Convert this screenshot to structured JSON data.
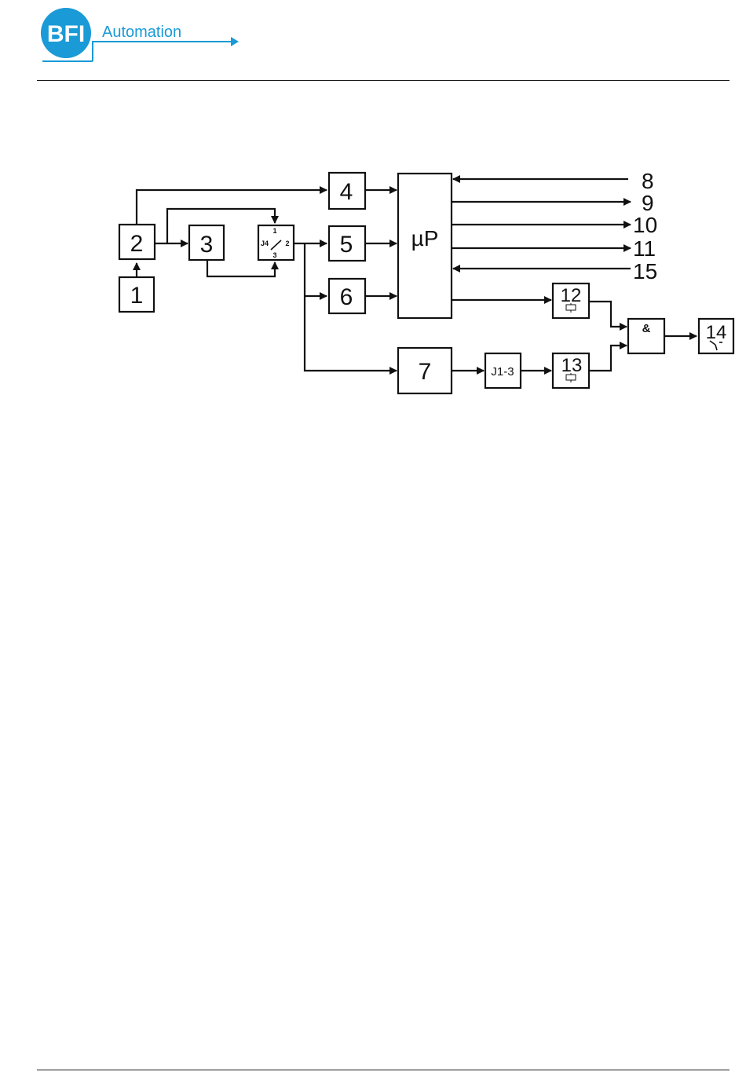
{
  "header": {
    "logo_text": "BFI",
    "brand_subtitle": "Automation",
    "brand_color": "#1a9ad6"
  },
  "diagram": {
    "blocks": {
      "b1": "1",
      "b2": "2",
      "b3": "3",
      "b4": "4",
      "b5": "5",
      "b6": "6",
      "b7": "7",
      "up": "µP",
      "j13": "J1-3",
      "b12": "12",
      "b13": "13",
      "and": "&",
      "b14": "14"
    },
    "switch": {
      "name": "J4",
      "pin1": "1",
      "pin2": "2",
      "pin3": "3"
    },
    "outputs": {
      "o8": "8",
      "o9": "9",
      "o10": "10",
      "o11": "11",
      "o15": "15"
    }
  }
}
